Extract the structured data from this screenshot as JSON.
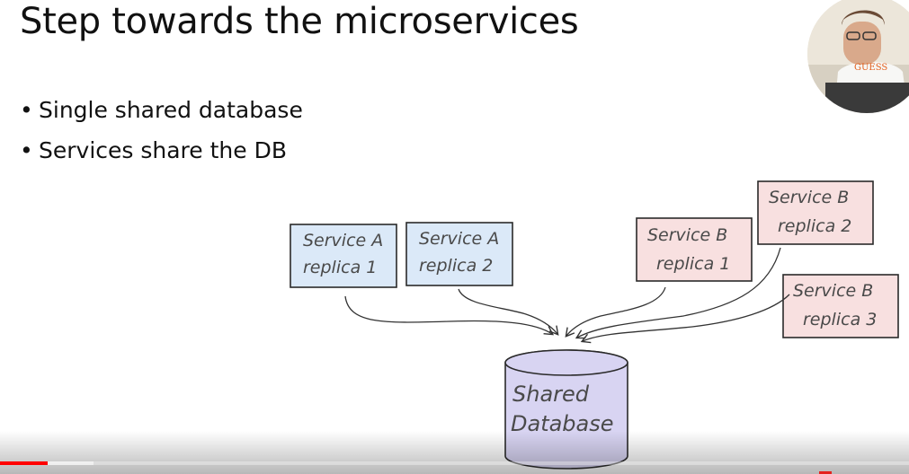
{
  "slide": {
    "title": "Step towards the microservices",
    "bullets": [
      "Single shared database",
      "Services share the DB"
    ]
  },
  "diagram": {
    "boxes": [
      {
        "id": "a1",
        "line1": "Service A",
        "line2": "replica 1",
        "fill": "#dbe9f8"
      },
      {
        "id": "a2",
        "line1": "Service A",
        "line2": "replica 2",
        "fill": "#dbe9f8"
      },
      {
        "id": "b1",
        "line1": "Service B",
        "line2": "replica 1",
        "fill": "#f8e0e0"
      },
      {
        "id": "b2",
        "line1": "Service B",
        "line2": "replica 2",
        "fill": "#f8e0e0"
      },
      {
        "id": "b3",
        "line1": "Service B",
        "line2": "replica 3",
        "fill": "#f8e0e0"
      }
    ],
    "database": {
      "line1": "Shared",
      "line2": "Database",
      "fill": "#d8d4f2"
    }
  },
  "player": {
    "progress": 0.052,
    "buffered": 0.103,
    "accent": "#ff0000"
  },
  "webcam": {
    "shirt_text": "GUESS"
  }
}
